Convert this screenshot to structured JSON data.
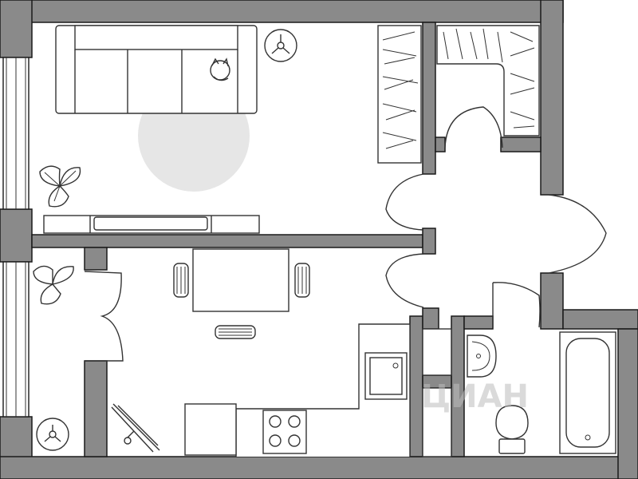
{
  "plan": {
    "watermark": "ЦИАН",
    "colors": {
      "wall": "#8a8a8a",
      "outline": "#1a1a1a",
      "furniture_line": "#333333",
      "rug": "#e6e6e6",
      "background": "#ffffff"
    },
    "icons": [
      "sofa",
      "cat",
      "ceiling-fan",
      "rug",
      "plants",
      "tv-stand",
      "wardrobe",
      "table",
      "chairs",
      "sink",
      "stove",
      "ironing-board",
      "bathtub",
      "toilet",
      "washbasin",
      "doors",
      "windows"
    ]
  }
}
